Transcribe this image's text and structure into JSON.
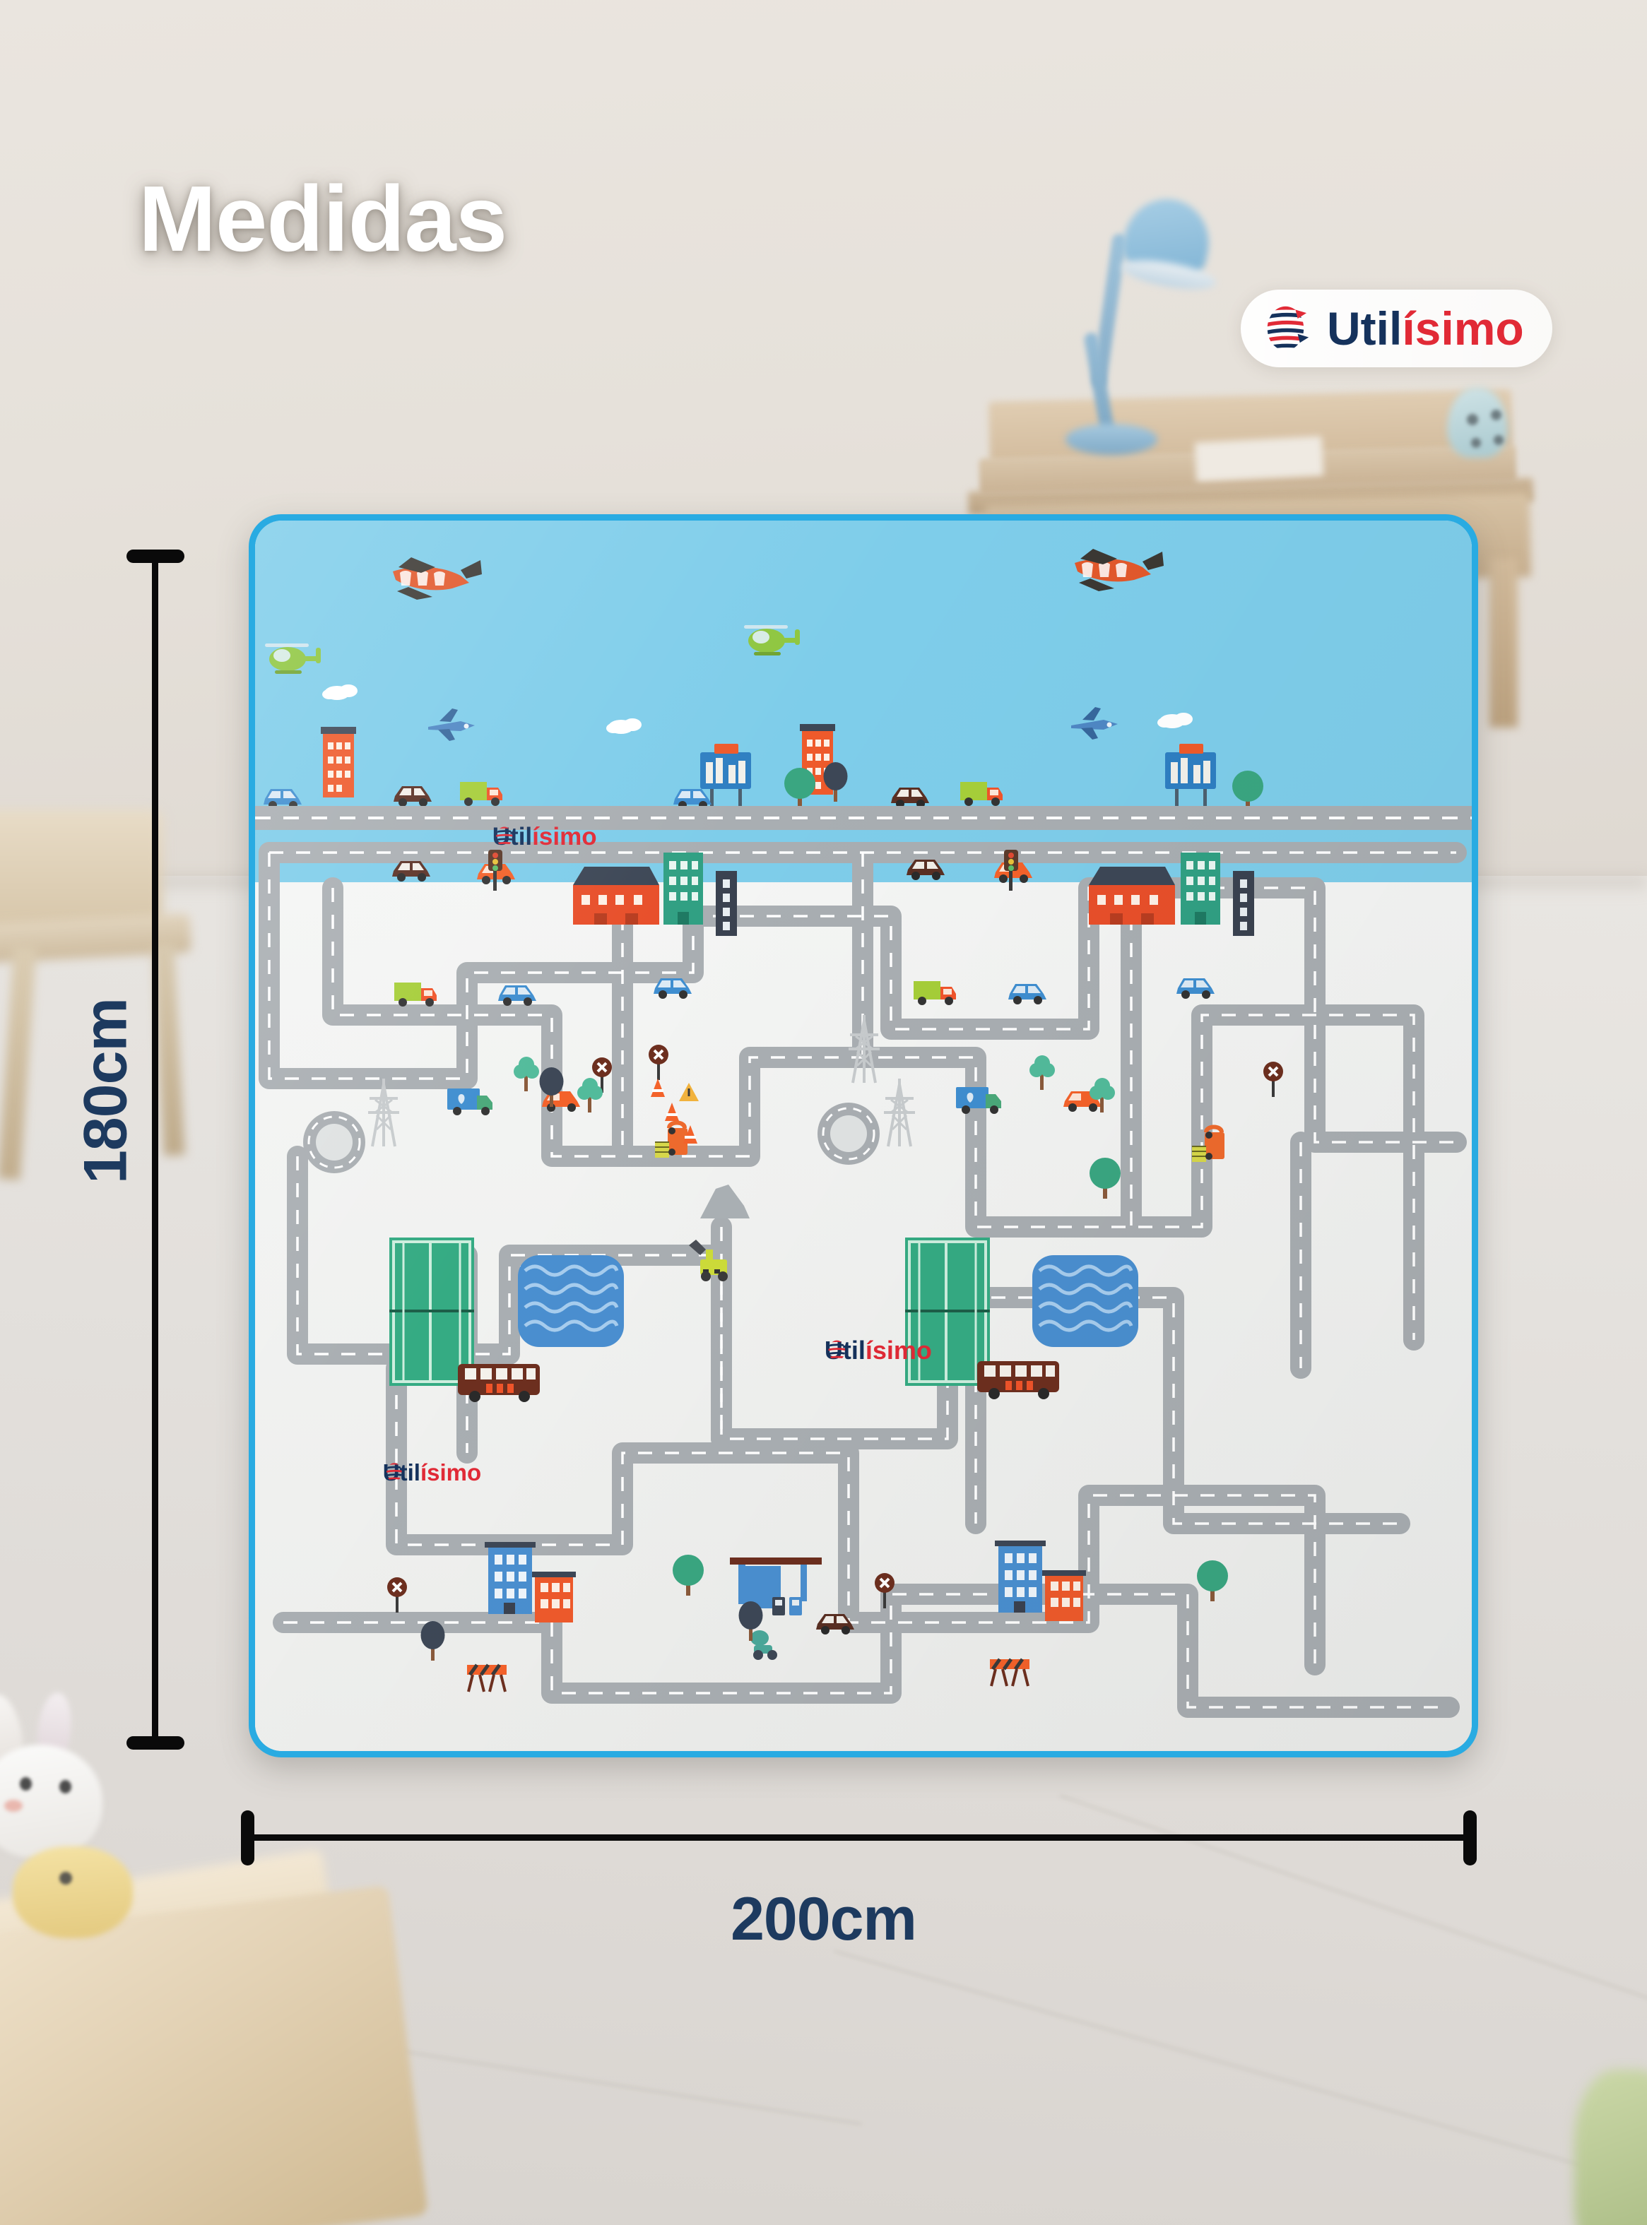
{
  "page": {
    "title": "Medidas",
    "background_color": "#e6e2dd",
    "scene": "blurred nursery room with wooden desk, blue lamp, chair, plush toys and light floor"
  },
  "brand": {
    "badge_name": "Utilísimo",
    "word_primary": "Util",
    "word_accent": "ísimo",
    "color_primary": "#15325c",
    "color_accent": "#e12a36",
    "icon": "striped-globe-icon"
  },
  "dimensions": {
    "height_label": "180cm",
    "width_label": "200cm",
    "label_color": "#1d3a5f",
    "line_color": "#0a0a0a"
  },
  "product": {
    "name": "children city road play mat",
    "border_color": "#29abe2",
    "sky_color": "#7ecdea",
    "ground_color": "#f1f2f1",
    "road_color": "#a9aeb2",
    "road_dash_color": "#ffffff",
    "watermarks": [
      {
        "id": "sky-watermark",
        "text_primary": "Util",
        "text_accent": "ísimo"
      },
      {
        "id": "pond-watermark",
        "text_primary": "Util",
        "text_accent": "ísimo"
      },
      {
        "id": "lower-left-watermark",
        "text_primary": "Util",
        "text_accent": "ísimo"
      }
    ],
    "sky_elements": [
      "orange-biplane-with-banner-left",
      "orange-biplane-with-banner-right",
      "green-helicopter-left",
      "green-helicopter-center",
      "blue-airplane-left",
      "blue-airplane-right",
      "white-cloud-small",
      "white-cloud-medium",
      "white-cloud-right"
    ],
    "skyline_elements": [
      "orange-apartment-tower-left",
      "orange-apartment-tower-center",
      "blue-billboard-left",
      "blue-billboard-right",
      "green-tree-round",
      "green-tree-tall",
      "blue-car",
      "brown-car",
      "green-delivery-truck",
      "highway-with-dashes"
    ],
    "ground_elements": [
      "roundabout-left",
      "roundabout-center",
      "green-tennis-court-left",
      "green-tennis-court-right",
      "blue-pond-left",
      "blue-pond-right",
      "brown-bus-left",
      "brown-bus-right",
      "orange-excavator",
      "yellow-green-bulldozer",
      "electric-pylon-left",
      "electric-pylon-right",
      "gas-station",
      "traffic-light",
      "railroad-crossing-sign",
      "construction-barricade",
      "traffic-cones",
      "warning-triangle-sign",
      "grey-rock",
      "red-barn-building",
      "teal-office-building",
      "blue-apartment-building",
      "orange-apartment-building",
      "dark-navy-tower"
    ]
  }
}
